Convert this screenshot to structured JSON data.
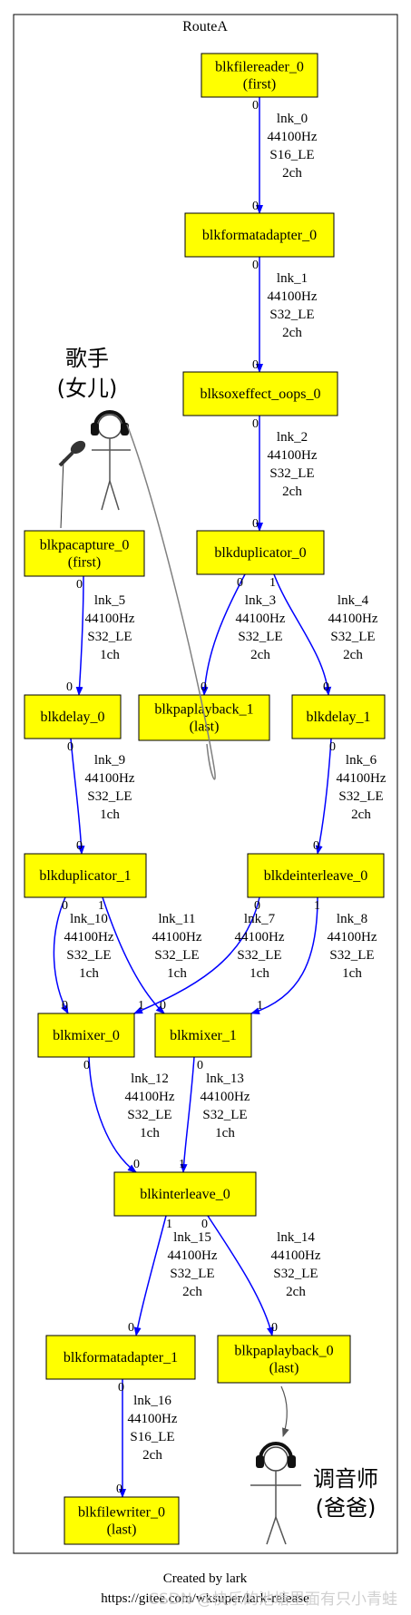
{
  "graph": {
    "cluster_label": "RouteA",
    "nodes": [
      {
        "id": "n_filereader",
        "lines": [
          "blkfilereader_0",
          "(first)"
        ]
      },
      {
        "id": "n_fmt0",
        "lines": [
          "blkformatadapter_0"
        ]
      },
      {
        "id": "n_sox",
        "lines": [
          "blksoxeffect_oops_0"
        ]
      },
      {
        "id": "n_dup0",
        "lines": [
          "blkduplicator_0"
        ]
      },
      {
        "id": "n_pacap",
        "lines": [
          "blkpacapture_0",
          "(first)"
        ]
      },
      {
        "id": "n_delay0",
        "lines": [
          "blkdelay_0"
        ]
      },
      {
        "id": "n_pb1",
        "lines": [
          "blkpaplayback_1",
          "(last)"
        ]
      },
      {
        "id": "n_delay1",
        "lines": [
          "blkdelay_1"
        ]
      },
      {
        "id": "n_dup1",
        "lines": [
          "blkduplicator_1"
        ]
      },
      {
        "id": "n_deint",
        "lines": [
          "blkdeinterleave_0"
        ]
      },
      {
        "id": "n_mix0",
        "lines": [
          "blkmixer_0"
        ]
      },
      {
        "id": "n_mix1",
        "lines": [
          "blkmixer_1"
        ]
      },
      {
        "id": "n_inter",
        "lines": [
          "blkinterleave_0"
        ]
      },
      {
        "id": "n_fmt1",
        "lines": [
          "blkformatadapter_1"
        ]
      },
      {
        "id": "n_pb0",
        "lines": [
          "blkpaplayback_0",
          "(last)"
        ]
      },
      {
        "id": "n_writer",
        "lines": [
          "blkfilewriter_0",
          "(last)"
        ]
      }
    ],
    "edges": [
      {
        "id": "lnk_0",
        "from": "n_filereader",
        "to": "n_fmt0",
        "src_port": "0",
        "dst_port": "0",
        "label": [
          "lnk_0",
          "44100Hz",
          "S16_LE",
          "2ch"
        ]
      },
      {
        "id": "lnk_1",
        "from": "n_fmt0",
        "to": "n_sox",
        "src_port": "0",
        "dst_port": "0",
        "label": [
          "lnk_1",
          "44100Hz",
          "S32_LE",
          "2ch"
        ]
      },
      {
        "id": "lnk_2",
        "from": "n_sox",
        "to": "n_dup0",
        "src_port": "0",
        "dst_port": "0",
        "label": [
          "lnk_2",
          "44100Hz",
          "S32_LE",
          "2ch"
        ]
      },
      {
        "id": "lnk_3",
        "from": "n_dup0",
        "to": "n_pb1",
        "src_port": "0",
        "dst_port": "0",
        "label": [
          "lnk_3",
          "44100Hz",
          "S32_LE",
          "2ch"
        ]
      },
      {
        "id": "lnk_4",
        "from": "n_dup0",
        "to": "n_delay1",
        "src_port": "1",
        "dst_port": "0",
        "label": [
          "lnk_4",
          "44100Hz",
          "S32_LE",
          "2ch"
        ]
      },
      {
        "id": "lnk_5",
        "from": "n_pacap",
        "to": "n_delay0",
        "src_port": "0",
        "dst_port": "0",
        "label": [
          "lnk_5",
          "44100Hz",
          "S32_LE",
          "1ch"
        ]
      },
      {
        "id": "lnk_6",
        "from": "n_delay1",
        "to": "n_deint",
        "src_port": "0",
        "dst_port": "0",
        "label": [
          "lnk_6",
          "44100Hz",
          "S32_LE",
          "2ch"
        ]
      },
      {
        "id": "lnk_9",
        "from": "n_delay0",
        "to": "n_dup1",
        "src_port": "0",
        "dst_port": "0",
        "label": [
          "lnk_9",
          "44100Hz",
          "S32_LE",
          "1ch"
        ]
      },
      {
        "id": "lnk_10",
        "from": "n_dup1",
        "to": "n_mix0",
        "src_port": "0",
        "dst_port": "0",
        "label": [
          "lnk_10",
          "44100Hz",
          "S32_LE",
          "1ch"
        ]
      },
      {
        "id": "lnk_11",
        "from": "n_dup1",
        "to": "n_mix1",
        "src_port": "1",
        "dst_port": "0",
        "label": [
          "lnk_11",
          "44100Hz",
          "S32_LE",
          "1ch"
        ]
      },
      {
        "id": "lnk_7",
        "from": "n_deint",
        "to": "n_mix0",
        "src_port": "0",
        "dst_port": "1",
        "label": [
          "lnk_7",
          "44100Hz",
          "S32_LE",
          "1ch"
        ]
      },
      {
        "id": "lnk_8",
        "from": "n_deint",
        "to": "n_mix1",
        "src_port": "1",
        "dst_port": "1",
        "label": [
          "lnk_8",
          "44100Hz",
          "S32_LE",
          "1ch"
        ]
      },
      {
        "id": "lnk_12",
        "from": "n_mix0",
        "to": "n_inter",
        "src_port": "0",
        "dst_port": "0",
        "label": [
          "lnk_12",
          "44100Hz",
          "S32_LE",
          "1ch"
        ]
      },
      {
        "id": "lnk_13",
        "from": "n_mix1",
        "to": "n_inter",
        "src_port": "0",
        "dst_port": "1",
        "label": [
          "lnk_13",
          "44100Hz",
          "S32_LE",
          "1ch"
        ]
      },
      {
        "id": "lnk_15",
        "from": "n_inter",
        "to": "n_fmt1",
        "src_port": "1",
        "dst_port": "0",
        "label": [
          "lnk_15",
          "44100Hz",
          "S32_LE",
          "2ch"
        ]
      },
      {
        "id": "lnk_14",
        "from": "n_inter",
        "to": "n_pb0",
        "src_port": "0",
        "dst_port": "0",
        "label": [
          "lnk_14",
          "44100Hz",
          "S32_LE",
          "2ch"
        ]
      },
      {
        "id": "lnk_16",
        "from": "n_fmt1",
        "to": "n_writer",
        "src_port": "0",
        "dst_port": "0",
        "label": [
          "lnk_16",
          "44100Hz",
          "S16_LE",
          "2ch"
        ]
      }
    ]
  },
  "annotations": {
    "singer": {
      "line1": "歌手",
      "line2": "(女儿)"
    },
    "engineer": {
      "line1": "调音师",
      "line2": "(爸爸)"
    }
  },
  "footer": {
    "created_by": "Created by lark",
    "url": "https://gitee.com/wksuper/lark-release",
    "watermark": "CSDN @快乐的池塘里面有只小青蛙"
  },
  "colors": {
    "node_fill": "#ffff00",
    "node_border": "#000000",
    "edge": "#0000ff",
    "annotation_line": "#808080"
  }
}
